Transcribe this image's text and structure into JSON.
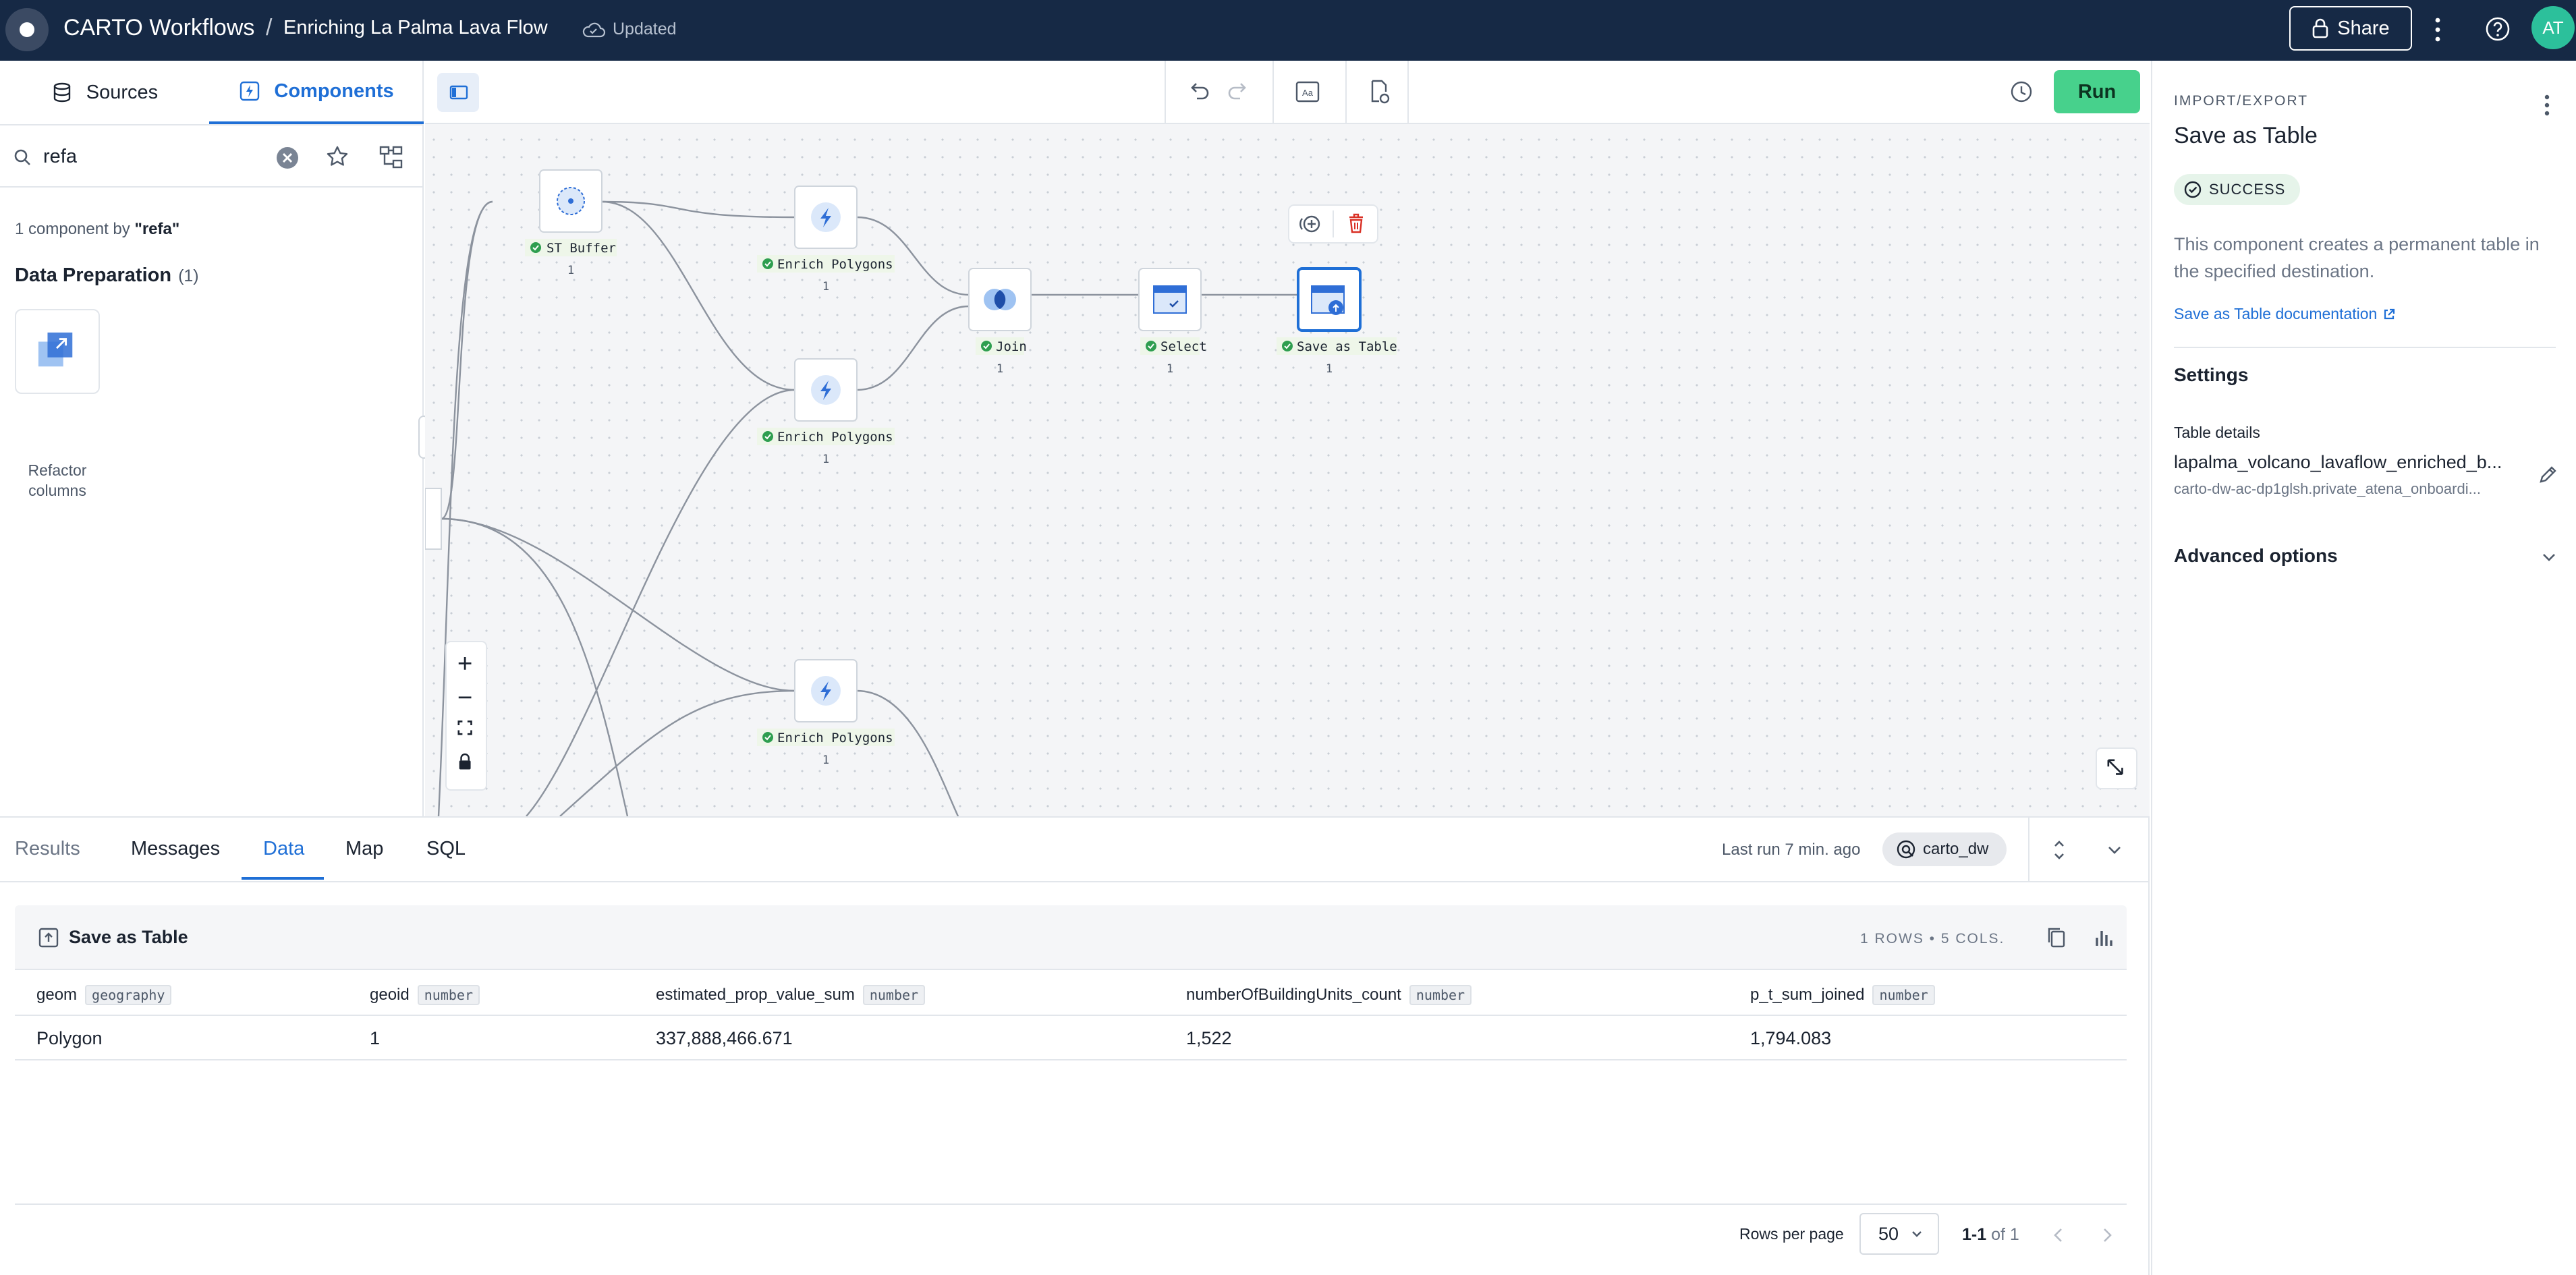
{
  "header": {
    "app_title": "CARTO Workflows",
    "separator": "/",
    "workflow_title": "Enriching La Palma Lava Flow",
    "save_status": "Updated",
    "share_label": "Share",
    "avatar_initials": "AT"
  },
  "left_panel": {
    "tabs": [
      {
        "label": "Sources",
        "icon": "database-icon",
        "active": false
      },
      {
        "label": "Components",
        "icon": "components-icon",
        "active": true
      }
    ],
    "search": {
      "value": "refa",
      "placeholder": ""
    },
    "result_summary": {
      "prefix": "1 component by",
      "query": "\"refa\""
    },
    "category": {
      "name": "Data Preparation",
      "count": "(1)"
    },
    "components": [
      {
        "label": "Refactor columns",
        "icon": "refactor-columns-icon"
      }
    ]
  },
  "canvas": {
    "nodes": [
      {
        "label": "ST Buffer",
        "count": "1",
        "status": "success",
        "icon": "buffer-icon"
      },
      {
        "label": "Enrich Polygons",
        "count": "1",
        "status": "success",
        "icon": "lightning-icon"
      },
      {
        "label": "Enrich Polygons",
        "count": "1",
        "status": "success",
        "icon": "lightning-icon"
      },
      {
        "label": "Join",
        "count": "1",
        "status": "success",
        "icon": "join-icon"
      },
      {
        "label": "Select",
        "count": "1",
        "status": "success",
        "icon": "select-icon"
      },
      {
        "label": "Save as Table",
        "count": "1",
        "status": "success",
        "icon": "save-table-icon",
        "selected": true
      },
      {
        "label": "Enrich Polygons",
        "count": "1",
        "status": "success",
        "icon": "lightning-icon"
      }
    ],
    "run_label": "Run"
  },
  "bottom_panel": {
    "tabs": [
      {
        "label": "Results",
        "active": false
      },
      {
        "label": "Messages",
        "active": false
      },
      {
        "label": "Data",
        "active": true
      },
      {
        "label": "Map",
        "active": false
      },
      {
        "label": "SQL",
        "active": false
      }
    ],
    "last_run": "Last run 7 min. ago",
    "connection": "carto_dw",
    "table": {
      "title": "Save as Table",
      "meta": "1 ROWS • 5 COLS.",
      "columns": [
        {
          "name": "geom",
          "type": "geography"
        },
        {
          "name": "geoid",
          "type": "number"
        },
        {
          "name": "estimated_prop_value_sum",
          "type": "number"
        },
        {
          "name": "numberOfBuildingUnits_count",
          "type": "number"
        },
        {
          "name": "p_t_sum_joined",
          "type": "number"
        }
      ],
      "rows": [
        [
          "Polygon",
          "1",
          "337,888,466.671",
          "1,522",
          "1,794.083"
        ]
      ]
    },
    "pagination": {
      "rows_per_page_label": "Rows per page",
      "rows_per_page": "50",
      "range": "1-1",
      "of_total": "of 1"
    }
  },
  "right_panel": {
    "kicker": "IMPORT/EXPORT",
    "title": "Save as Table",
    "status": "SUCCESS",
    "description": "This component creates a permanent table in the specified destination.",
    "doc_link": "Save as Table documentation",
    "settings_heading": "Settings",
    "table_details_label": "Table details",
    "table_name": "lapalma_volcano_lavaflow_enriched_b...",
    "table_path": "carto-dw-ac-dp1glsh.private_atena_onboardi...",
    "advanced_options": "Advanced options"
  },
  "colors": {
    "topbar_bg": "#162945",
    "accent_blue": "#1f6fd6",
    "run_green": "#47d18c",
    "success_green": "#2e9e4f",
    "delete_red": "#d93025"
  }
}
